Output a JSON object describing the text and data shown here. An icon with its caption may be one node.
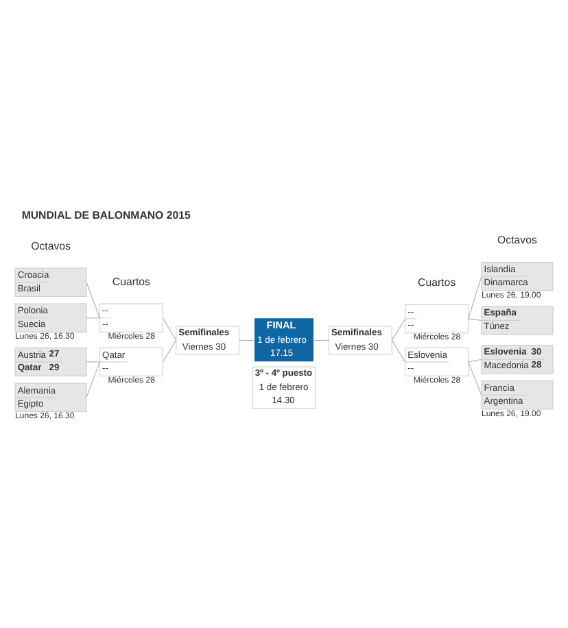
{
  "diagram": {
    "title": "MUNDIAL DE BALONMANO 2015",
    "nodes": [
      {
        "text": [
          "Croacia",
          "Brasil"
        ]
      },
      {
        "text": [
          "Islandia",
          "Dinamarca"
        ],
        "beside": [
          "Lunes 26, 19.00"
        ]
      },
      {
        "text": [
          "--",
          "--"
        ],
        "beside": [
          "Miércoles 28"
        ]
      },
      {
        "text": [
          "--",
          "--"
        ],
        "beside": [
          "Miércoles 28"
        ]
      },
      {
        "text": [
          "Polonia",
          "Suecia"
        ],
        "beside": [
          "Lunes 26, 16.30"
        ]
      },
      {
        "text": [
          "España",
          "Túnez"
        ]
      },
      {
        "text": [
          "Semifinales",
          "Viernes 30"
        ]
      },
      {
        "text": [
          "FINAL",
          "1 de febrero",
          "17.15"
        ]
      },
      {
        "text": [
          "Semifinales",
          "Viernes 30"
        ]
      },
      {
        "text": [
          "3º - 4º puesto",
          "1 de febrero",
          "14.30"
        ]
      },
      {
        "text": [
          "Austria",
          "27",
          "Qatar",
          "29"
        ]
      },
      {
        "text": [
          "Eslovenia",
          "30",
          "Macedonia",
          "28"
        ]
      },
      {
        "text": [
          "Qatar",
          "--"
        ],
        "beside": [
          "Miércoles 28"
        ]
      },
      {
        "text": [
          "Eslovenia",
          "--"
        ],
        "beside": [
          "Miércoles 28"
        ]
      },
      {
        "text": [
          "Alemania",
          "Egipto"
        ],
        "beside": [
          "Lunes 26, 16.30"
        ]
      },
      {
        "text": [
          "Francia",
          "Argentina"
        ],
        "beside": [
          "Lunes 26, 19.00"
        ]
      }
    ],
    "edges": [
      {
        "from": 0,
        "to": 2,
        "arrow": "none"
      },
      {
        "from": 4,
        "to": 2,
        "arrow": "none"
      },
      {
        "from": 2,
        "to": 6,
        "arrow": "none"
      },
      {
        "from": 10,
        "to": 12,
        "arrow": "none"
      },
      {
        "from": 14,
        "to": 12,
        "arrow": "none"
      },
      {
        "from": 12,
        "to": 6,
        "arrow": "none"
      },
      {
        "from": 6,
        "to": 7,
        "arrow": "none"
      },
      {
        "from": 7,
        "to": 8,
        "arrow": "none"
      },
      {
        "from": 8,
        "to": 3,
        "arrow": "none"
      },
      {
        "from": 3,
        "to": 1,
        "arrow": "none"
      },
      {
        "from": 3,
        "to": 5,
        "arrow": "none"
      },
      {
        "from": 8,
        "to": 13,
        "arrow": "none"
      },
      {
        "from": 13,
        "to": 11,
        "arrow": "none"
      },
      {
        "from": 13,
        "to": 15,
        "arrow": "none"
      }
    ],
    "labels": [
      "Octavos",
      "Octavos",
      "Cuartos",
      "Cuartos"
    ]
  }
}
